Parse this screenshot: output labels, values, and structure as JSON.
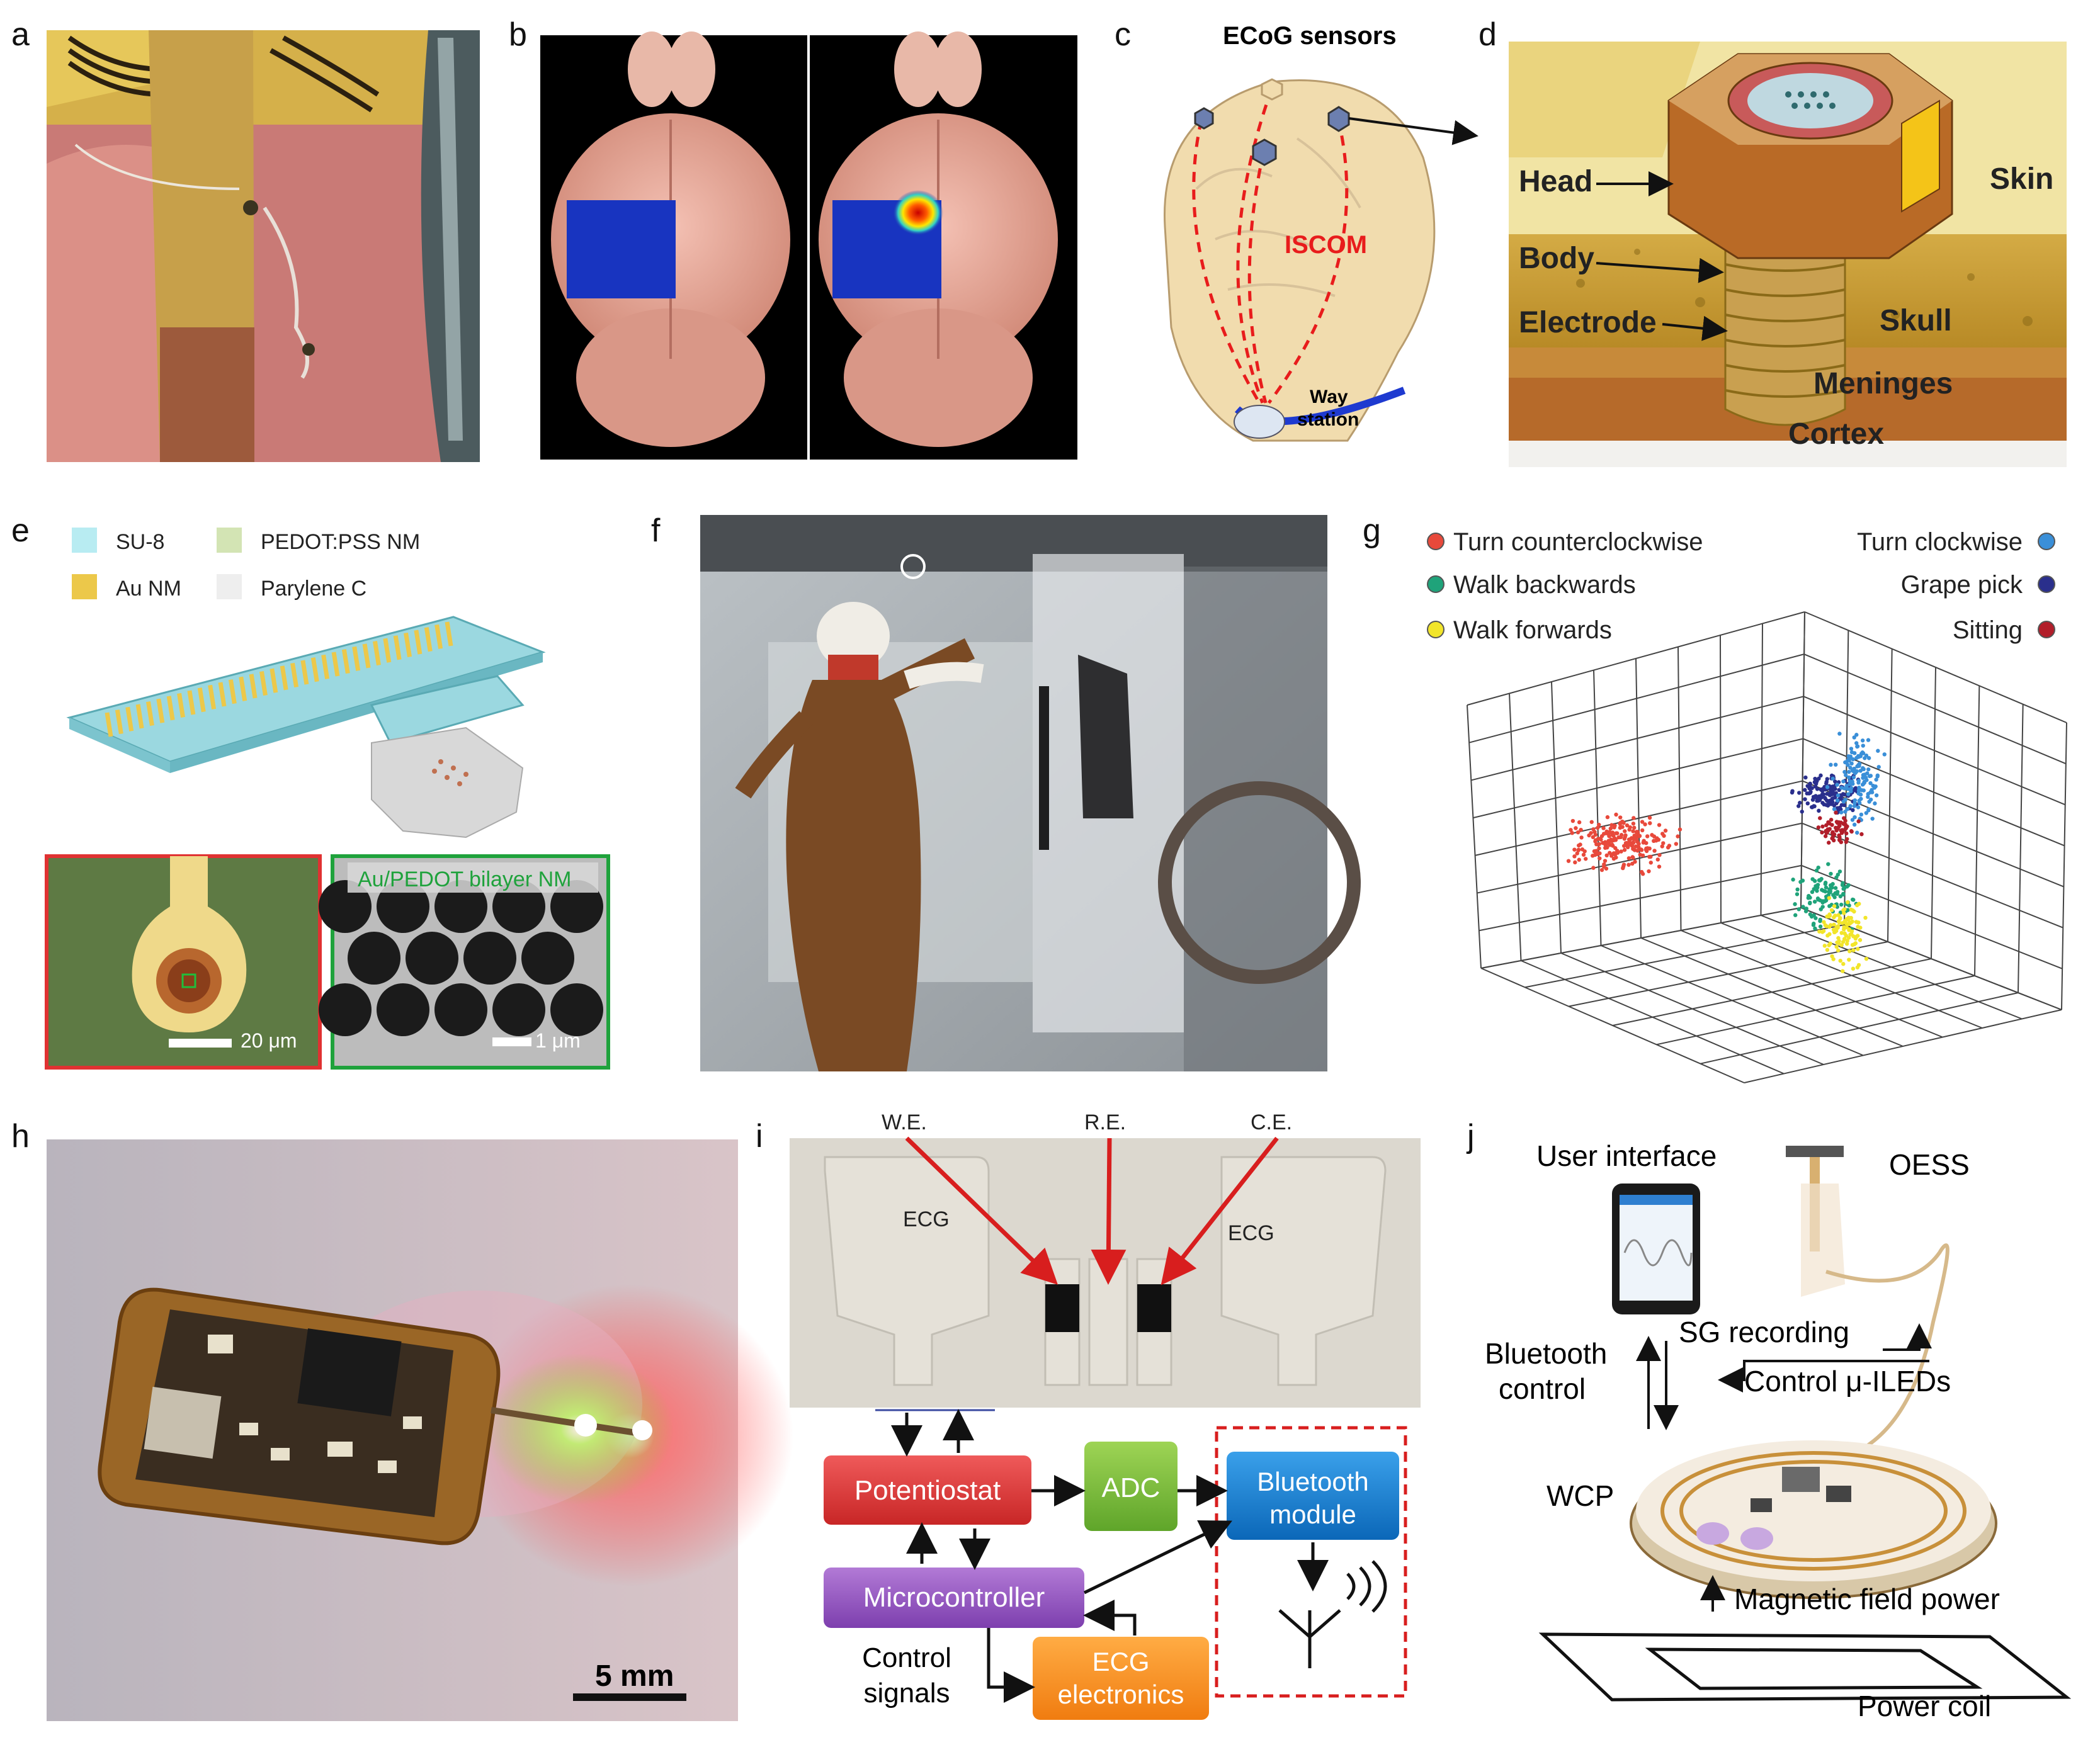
{
  "figure": {
    "panels": {
      "a": {
        "letter": "a"
      },
      "b": {
        "letter": "b"
      },
      "c": {
        "letter": "c",
        "title": "ECoG sensors",
        "iscom": "ISCOM",
        "way1": "Way",
        "way2": "station"
      },
      "d": {
        "letter": "d",
        "labels": {
          "head": "Head",
          "body": "Body",
          "electrode": "Electrode",
          "skin": "Skin",
          "skull": "Skull",
          "meninges": "Meninges",
          "cortex": "Cortex"
        }
      },
      "e": {
        "letter": "e",
        "legend": [
          {
            "label": "SU-8",
            "color": "#b8ecf2"
          },
          {
            "label": "PEDOT:PSS NM",
            "color": "#d3e4b4"
          },
          {
            "label": "Au NM",
            "color": "#ecc84a"
          },
          {
            "label": "Parylene C",
            "color": "#eeeeee"
          }
        ],
        "inset_title": "Au/PEDOT bilayer NM",
        "scale_left": "20 μm",
        "scale_right": "1 μm"
      },
      "f": {
        "letter": "f"
      },
      "g": {
        "letter": "g",
        "legend": [
          {
            "label": "Turn counterclockwise",
            "color": "#e8493b"
          },
          {
            "label": "Walk backwards",
            "color": "#1fa37a"
          },
          {
            "label": "Walk forwards",
            "color": "#f2e52a"
          },
          {
            "label": "Turn clockwise",
            "color": "#3a8fd8"
          },
          {
            "label": "Grape pick",
            "color": "#2a2f8c"
          },
          {
            "label": "Sitting",
            "color": "#b21e2a"
          }
        ]
      },
      "h": {
        "letter": "h",
        "scale": "5 mm"
      },
      "i": {
        "letter": "i",
        "electrodes": {
          "we": "W.E.",
          "re": "R.E.",
          "ce": "C.E.",
          "ecg_left": "ECG",
          "ecg_right": "ECG"
        },
        "blocks": {
          "potentiostat": "Potentiostat",
          "adc": "ADC",
          "bt1": "Bluetooth",
          "bt2": "module",
          "mcu": "Microcontroller",
          "ecg1": "ECG",
          "ecg2": "electronics",
          "ctrl1": "Control",
          "ctrl2": "signals"
        }
      },
      "j": {
        "letter": "j",
        "labels": {
          "ui": "User interface",
          "oess": "OESS",
          "sg": "SG recording",
          "bt1": "Bluetooth",
          "bt2": "control",
          "ctrl": "Control μ-ILEDs",
          "wcp": "WCP",
          "mag": "Magnetic field power",
          "coil": "Power coil"
        }
      }
    }
  }
}
